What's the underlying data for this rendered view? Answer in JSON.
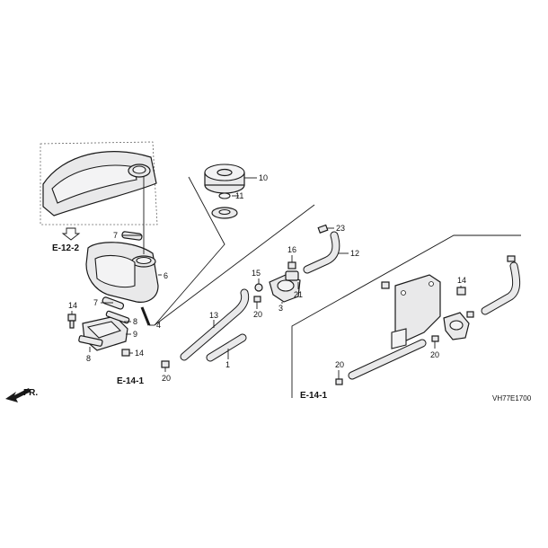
{
  "diagram_code": "VH77E1700",
  "direction_label": "FR.",
  "references": {
    "upper_left": "E-12-2",
    "lower_left": "E-14-1",
    "lower_right": "E-14-1"
  },
  "callouts": {
    "c1": "1",
    "c3": "3",
    "c4": "4",
    "c6": "6",
    "c7a": "7",
    "c7b": "7",
    "c8a": "8",
    "c8b": "8",
    "c9": "9",
    "c10": "10",
    "c11": "11",
    "c12": "12",
    "c13": "13",
    "c14a": "14",
    "c14b": "14",
    "c14c": "14",
    "c15": "15",
    "c16": "16",
    "c20a": "20",
    "c20b": "20",
    "c20c": "20",
    "c20d": "20",
    "c21": "21",
    "c23": "23"
  }
}
